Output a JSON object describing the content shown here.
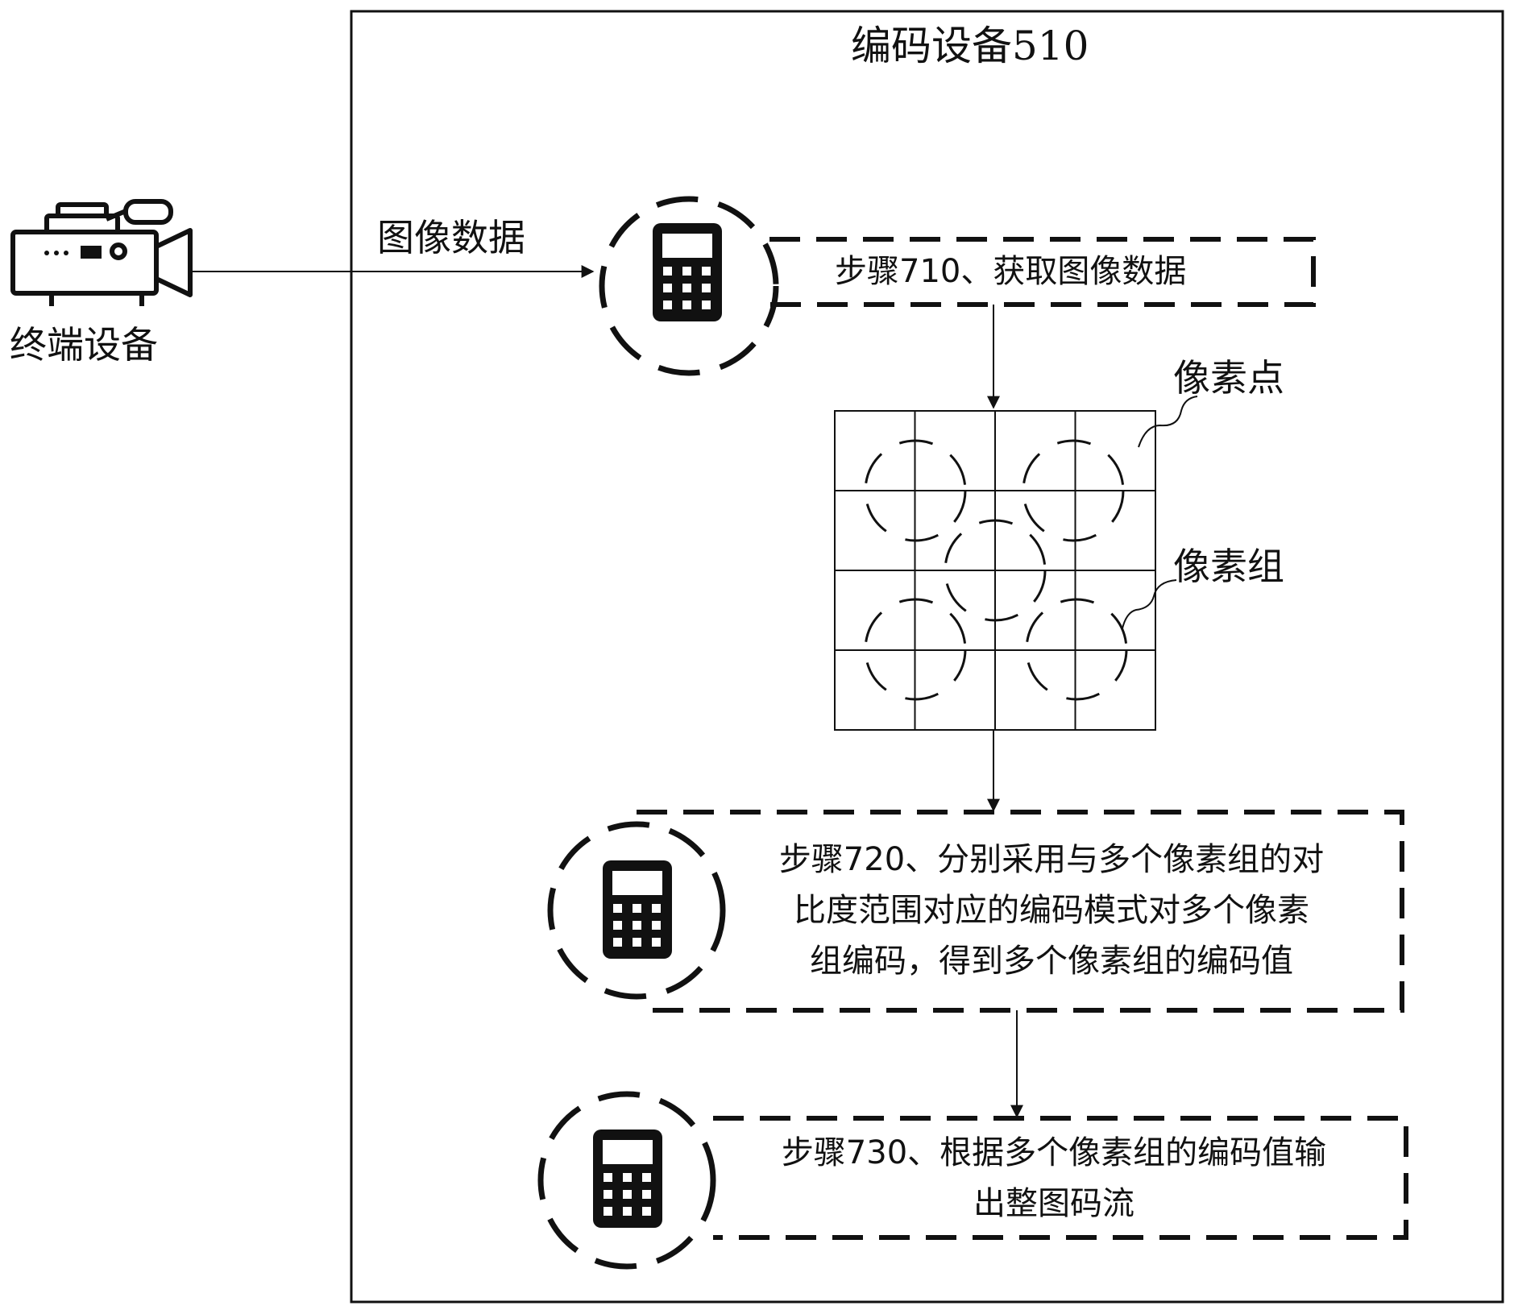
{
  "device": {
    "title": "编码设备510"
  },
  "terminal": {
    "label": "终端设备",
    "icon": "video-camera-icon"
  },
  "image_data": {
    "label": "图像数据"
  },
  "pixels": {
    "point_label": "像素点",
    "group_label": "像素组"
  },
  "steps": [
    {
      "id": "710",
      "icon": "calculator-icon",
      "text": "步骤710、获取图像数据"
    },
    {
      "id": "720",
      "icon": "calculator-icon",
      "lines": [
        "步骤720、分别采用与多个像素组的对",
        "比度范围对应的编码模式对多个像素",
        "组编码，得到多个像素组的编码值"
      ]
    },
    {
      "id": "730",
      "icon": "calculator-icon",
      "lines": [
        "步骤730、根据多个像素组的编码值输",
        "出整图码流"
      ]
    }
  ],
  "colors": {
    "stroke": "#111111",
    "background": "#ffffff"
  }
}
